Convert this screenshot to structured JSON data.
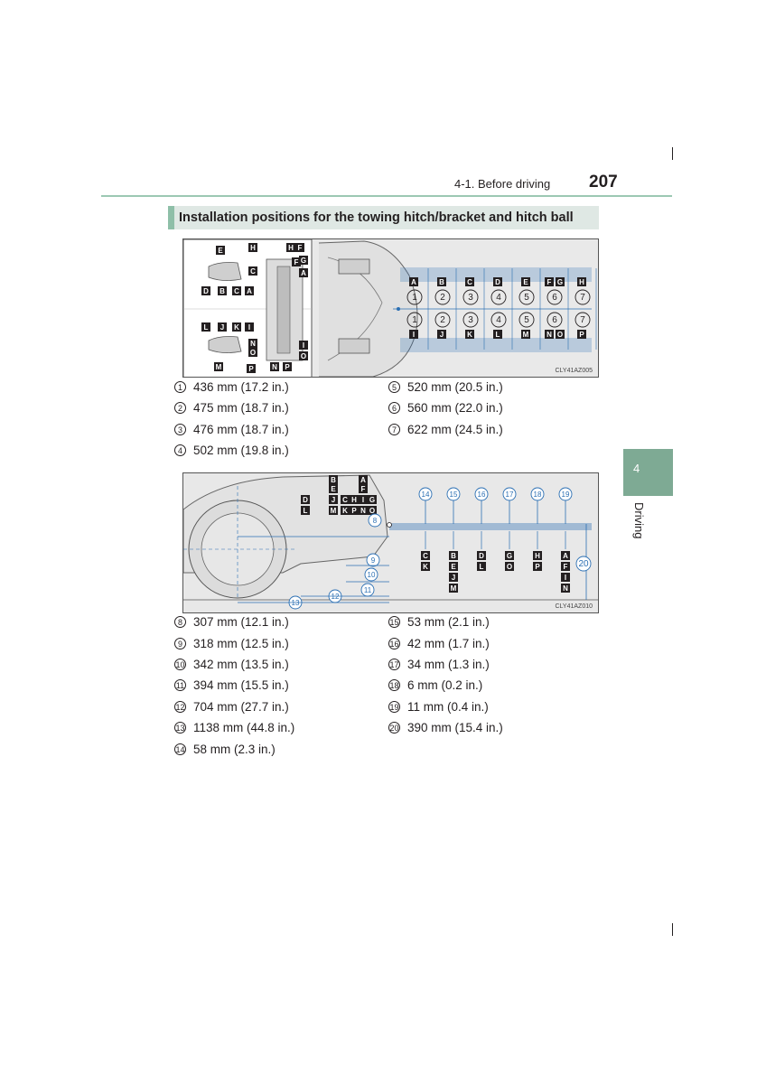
{
  "header": {
    "section": "4-1. Before driving",
    "page_number": "207"
  },
  "side_tab": {
    "number": "4",
    "label": "Driving"
  },
  "section_title": "Installation positions for the towing hitch/bracket and hitch ball",
  "figure1": {
    "code": "CLY41AZ005",
    "top_tags": [
      "E",
      "H",
      "F",
      "H",
      "G",
      "F",
      "C",
      "A",
      "D",
      "B",
      "C",
      "A"
    ],
    "bottom_tags": [
      "L",
      "J",
      "K",
      "I",
      "N",
      "O",
      "I",
      "O",
      "M",
      "P",
      "N",
      "P"
    ],
    "grid_top_letters": [
      "A",
      "B",
      "C",
      "D",
      "E",
      "F",
      "G",
      "H"
    ],
    "grid_bottom_letters": [
      "I",
      "J",
      "K",
      "L",
      "M",
      "N",
      "O",
      "P"
    ],
    "grid_numbers": [
      "1",
      "2",
      "3",
      "4",
      "5",
      "6",
      "7"
    ]
  },
  "legend1": [
    {
      "num": "1",
      "text": "436 mm (17.2 in.)"
    },
    {
      "num": "2",
      "text": "475 mm (18.7 in.)"
    },
    {
      "num": "3",
      "text": "476 mm (18.7 in.)"
    },
    {
      "num": "4",
      "text": "502 mm (19.8 in.)"
    },
    {
      "num": "5",
      "text": "520 mm (20.5 in.)"
    },
    {
      "num": "6",
      "text": "560 mm (22.0 in.)"
    },
    {
      "num": "7",
      "text": "622 mm (24.5 in.)"
    }
  ],
  "figure2": {
    "code": "CLY41AZ010",
    "top_numbers": [
      "14",
      "15",
      "16",
      "17",
      "18",
      "19"
    ],
    "left_numbers": [
      "8",
      "9",
      "10",
      "11",
      "12",
      "13"
    ],
    "right_number": "20",
    "upper_tags": [
      "B",
      "E",
      "J",
      "M",
      "A",
      "F",
      "I",
      "N",
      "C",
      "K",
      "H",
      "P",
      "G",
      "O",
      "D",
      "L"
    ],
    "lower_cols": [
      [
        "C",
        "K"
      ],
      [
        "B",
        "E",
        "J",
        "M"
      ],
      [
        "D",
        "L"
      ],
      [
        "G",
        "O"
      ],
      [
        "H",
        "P"
      ],
      [
        "A",
        "F",
        "I",
        "N"
      ]
    ]
  },
  "legend2": [
    {
      "num": "8",
      "text": "307 mm (12.1 in.)"
    },
    {
      "num": "9",
      "text": "318 mm (12.5 in.)"
    },
    {
      "num": "10",
      "text": "342 mm (13.5 in.)"
    },
    {
      "num": "11",
      "text": "394 mm (15.5 in.)"
    },
    {
      "num": "12",
      "text": "704 mm (27.7 in.)"
    },
    {
      "num": "13",
      "text": "1138 mm (44.8 in.)"
    },
    {
      "num": "14",
      "text": "58 mm (2.3 in.)"
    },
    {
      "num": "15",
      "text": "53 mm (2.1 in.)"
    },
    {
      "num": "16",
      "text": "42 mm (1.7 in.)"
    },
    {
      "num": "17",
      "text": "34 mm (1.3 in.)"
    },
    {
      "num": "18",
      "text": "6 mm (0.2 in.)"
    },
    {
      "num": "19",
      "text": "11 mm (0.4 in.)"
    },
    {
      "num": "20",
      "text": "390 mm (15.4 in.)"
    }
  ]
}
